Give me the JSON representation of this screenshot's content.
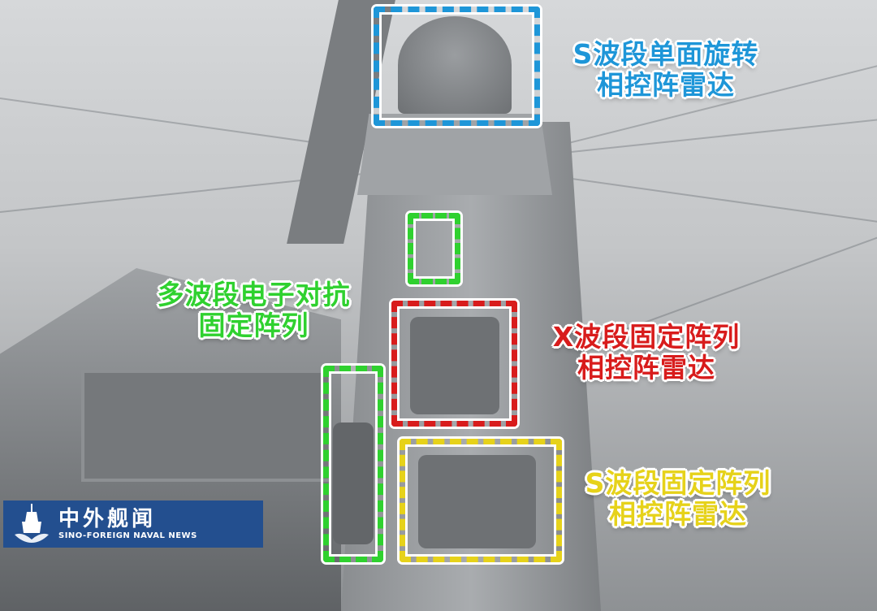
{
  "image": {
    "description": "Warship superstructure with integrated mast showing annotated radar and EW arrays",
    "colors": {
      "blue": "#1e96d8",
      "green": "#2fd12f",
      "red": "#d81c1c",
      "yellow": "#e6d21a",
      "logo_bg": "#234f8f"
    }
  },
  "annotations": [
    {
      "id": "s-band-rotating",
      "line1": "S波段单面旋转",
      "line2": "相控阵雷达",
      "color": "#1e96d8"
    },
    {
      "id": "ew-array",
      "line1": "多波段电子对抗",
      "line2": "固定阵列",
      "color": "#2fd12f"
    },
    {
      "id": "x-band-fixed",
      "line1": "X波段固定阵列",
      "line2": "相控阵雷达",
      "color": "#d81c1c"
    },
    {
      "id": "s-band-fixed",
      "line1": "S波段固定阵列",
      "line2": "相控阵雷达",
      "color": "#e6d21a"
    }
  ],
  "logo": {
    "cn": "中外舰闻",
    "en": "SINO-FOREIGN NAVAL NEWS",
    "icon": "warship-icon"
  }
}
